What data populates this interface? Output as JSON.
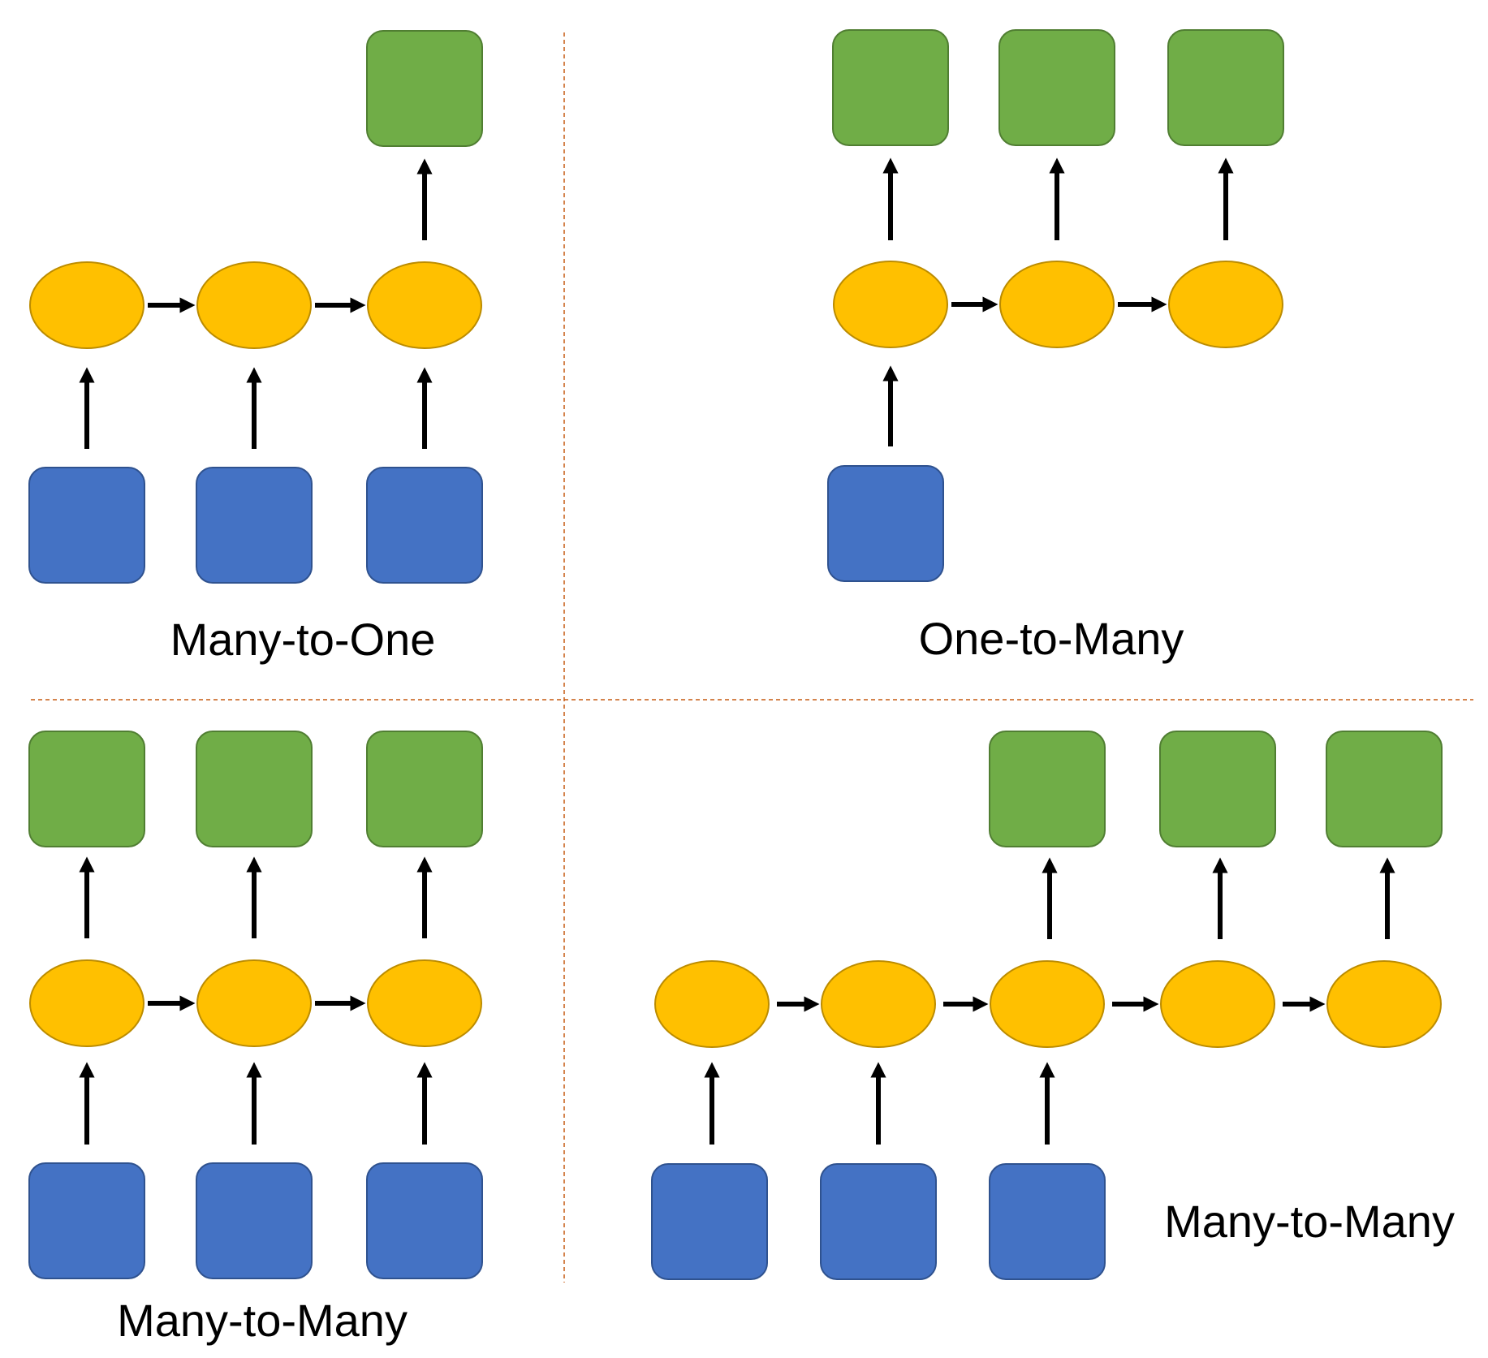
{
  "colors": {
    "input_fill": "#4472C4",
    "input_stroke": "#2F528F",
    "hidden_fill": "#FFC000",
    "hidden_stroke": "#BC8C00",
    "output_fill": "#70AD47",
    "output_stroke": "#507E32",
    "arrow": "#000000",
    "divider": "#C55A11"
  },
  "panels": [
    {
      "id": "many-to-one",
      "title": "Many-to-One",
      "input_count": 3,
      "hidden_count": 3,
      "output_count": 1
    },
    {
      "id": "one-to-many",
      "title": "One-to-Many",
      "input_count": 1,
      "hidden_count": 3,
      "output_count": 3
    },
    {
      "id": "many-to-many-synced",
      "title": "Many-to-Many",
      "input_count": 3,
      "hidden_count": 3,
      "output_count": 3
    },
    {
      "id": "many-to-many-seq2seq",
      "title": "Many-to-Many",
      "input_count": 3,
      "hidden_count": 5,
      "output_count": 3
    }
  ]
}
